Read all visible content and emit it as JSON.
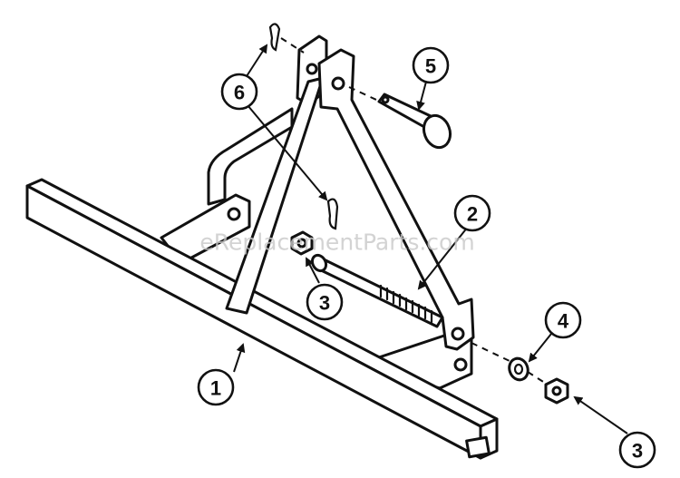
{
  "watermark": "eReplacementParts.com",
  "colors": {
    "ink": "#111111",
    "paper": "#ffffff",
    "watermark": "#c9c9c9"
  },
  "callouts": [
    {
      "id": "callout-1",
      "label": "1"
    },
    {
      "id": "callout-2",
      "label": "2"
    },
    {
      "id": "callout-3a",
      "label": "3"
    },
    {
      "id": "callout-3b",
      "label": "3"
    },
    {
      "id": "callout-4",
      "label": "4"
    },
    {
      "id": "callout-5",
      "label": "5"
    },
    {
      "id": "callout-6",
      "label": "6"
    }
  ]
}
